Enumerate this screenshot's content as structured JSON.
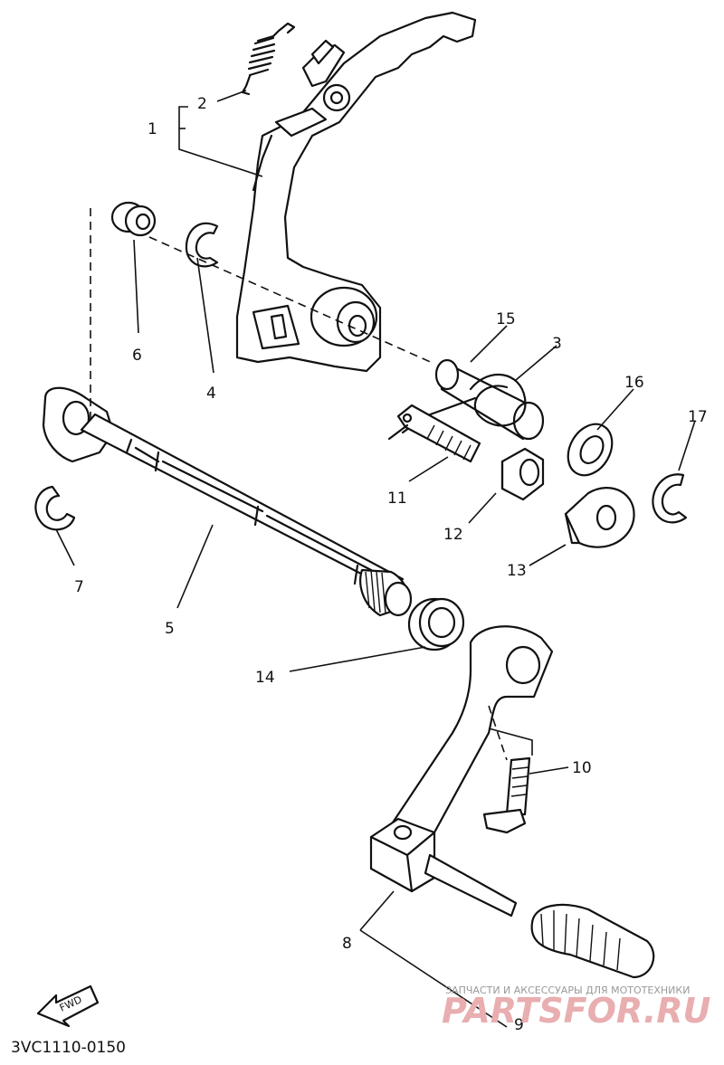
{
  "diagram": {
    "code": "3VC1110-0150",
    "fwd_label": "FWD",
    "callouts": {
      "1": "1",
      "2": "2",
      "3": "3",
      "4": "4",
      "5": "5",
      "6": "6",
      "7": "7",
      "8": "8",
      "9": "9",
      "10": "10",
      "11": "11",
      "12": "12",
      "13": "13",
      "14": "14",
      "15": "15",
      "16": "16",
      "17": "17"
    }
  },
  "watermark": {
    "tagline": "ЗАПЧАСТИ И АКСЕССУАРЫ ДЛЯ МОТОТЕХНИКИ",
    "brand": "PARTSFOR.RU"
  },
  "colors": {
    "ink": "#111111",
    "paper": "#ffffff",
    "watermark": "#e8aeb0"
  }
}
